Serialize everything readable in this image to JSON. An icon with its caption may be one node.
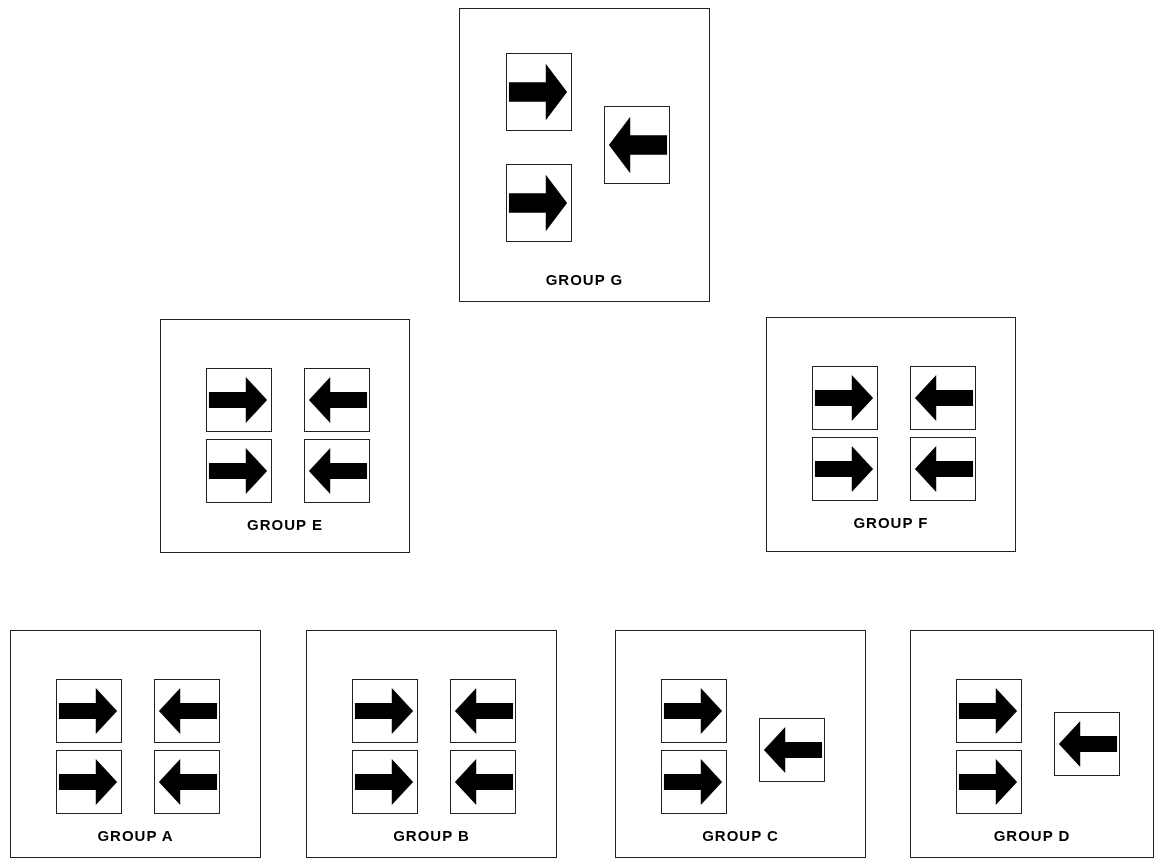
{
  "diagram": {
    "nodes": [
      {
        "text": [
          "GROUP G"
        ]
      },
      {
        "text": [],
        "shape": "box",
        "in": 0
      },
      {
        "text": [],
        "shape": "box",
        "in": 0
      },
      {
        "text": [],
        "shape": "box",
        "in": 0
      },
      {
        "text": [
          "GROUP E"
        ]
      },
      {
        "text": [],
        "shape": "box",
        "in": 4
      },
      {
        "text": [],
        "shape": "box",
        "in": 4
      },
      {
        "text": [],
        "shape": "box",
        "in": 4
      },
      {
        "text": [],
        "shape": "box",
        "in": 4
      },
      {
        "text": [
          "GROUP F"
        ]
      },
      {
        "text": [],
        "shape": "box",
        "in": 9
      },
      {
        "text": [],
        "shape": "box",
        "in": 9
      },
      {
        "text": [],
        "shape": "box",
        "in": 9
      },
      {
        "text": [],
        "shape": "box",
        "in": 9
      },
      {
        "text": [
          "GROUP A"
        ]
      },
      {
        "text": [],
        "shape": "box",
        "in": 14
      },
      {
        "text": [],
        "shape": "box",
        "in": 14
      },
      {
        "text": [],
        "shape": "box",
        "in": 14
      },
      {
        "text": [],
        "shape": "box",
        "in": 14
      },
      {
        "text": [
          "GROUP B"
        ]
      },
      {
        "text": [],
        "shape": "box",
        "in": 19
      },
      {
        "text": [],
        "shape": "box",
        "in": 19
      },
      {
        "text": [],
        "shape": "box",
        "in": 19
      },
      {
        "text": [],
        "shape": "box",
        "in": 19
      },
      {
        "text": [
          "GROUP C"
        ]
      },
      {
        "text": [],
        "shape": "box",
        "in": 24
      },
      {
        "text": [],
        "shape": "box",
        "in": 24
      },
      {
        "text": [],
        "shape": "box",
        "in": 24
      },
      {
        "text": [
          "GROUP D"
        ]
      },
      {
        "text": [],
        "shape": "box",
        "in": 28
      },
      {
        "text": [],
        "shape": "box",
        "in": 28
      },
      {
        "text": [],
        "shape": "box",
        "in": 28
      }
    ]
  }
}
